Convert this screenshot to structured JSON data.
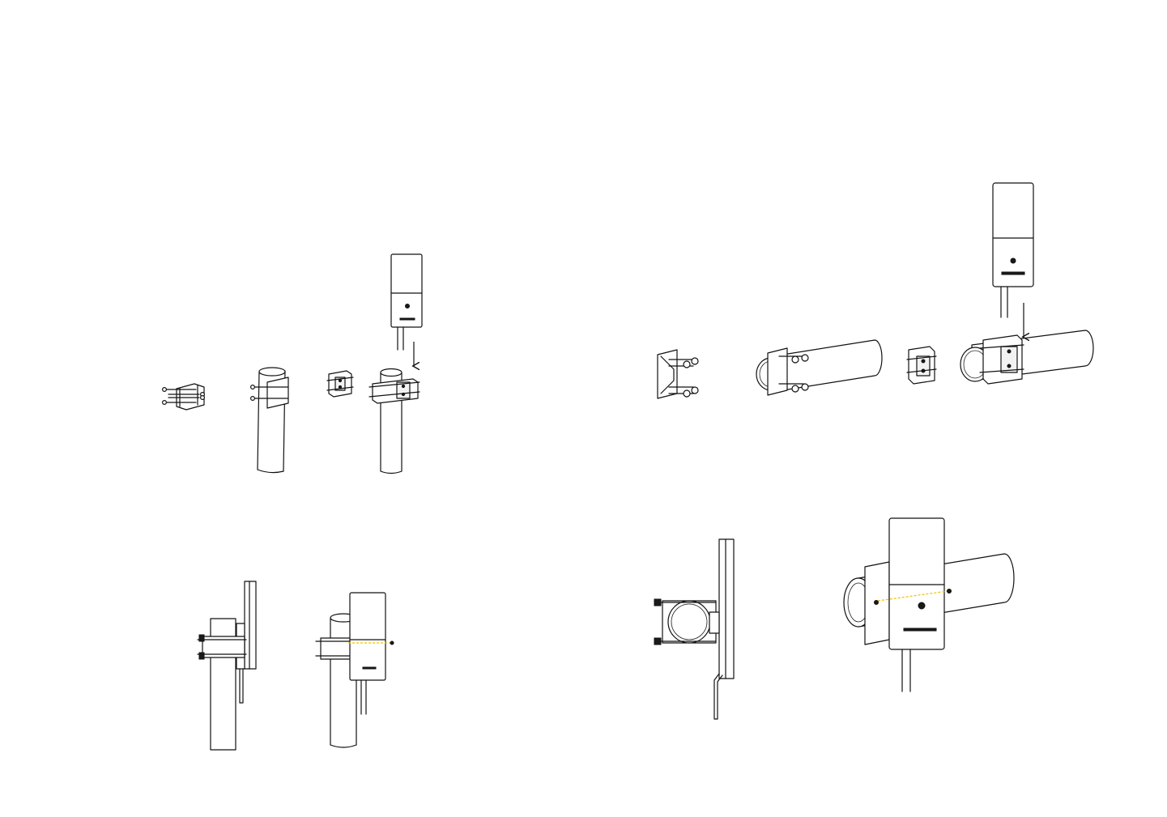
{
  "figure": {
    "panels": [
      {
        "id": "vertical-pole-assembly",
        "steps": 4
      },
      {
        "id": "horizontal-pole-assembly",
        "steps": 4
      },
      {
        "id": "vertical-pole-mounted",
        "views": 2
      },
      {
        "id": "horizontal-pole-mounted",
        "views": 2
      }
    ],
    "colors": {
      "line": "#111111",
      "alignment_guide": "#f0c000",
      "background": "#ffffff"
    },
    "icons": [
      "down-arrow-icon",
      "screw-icon",
      "led-icon"
    ]
  }
}
